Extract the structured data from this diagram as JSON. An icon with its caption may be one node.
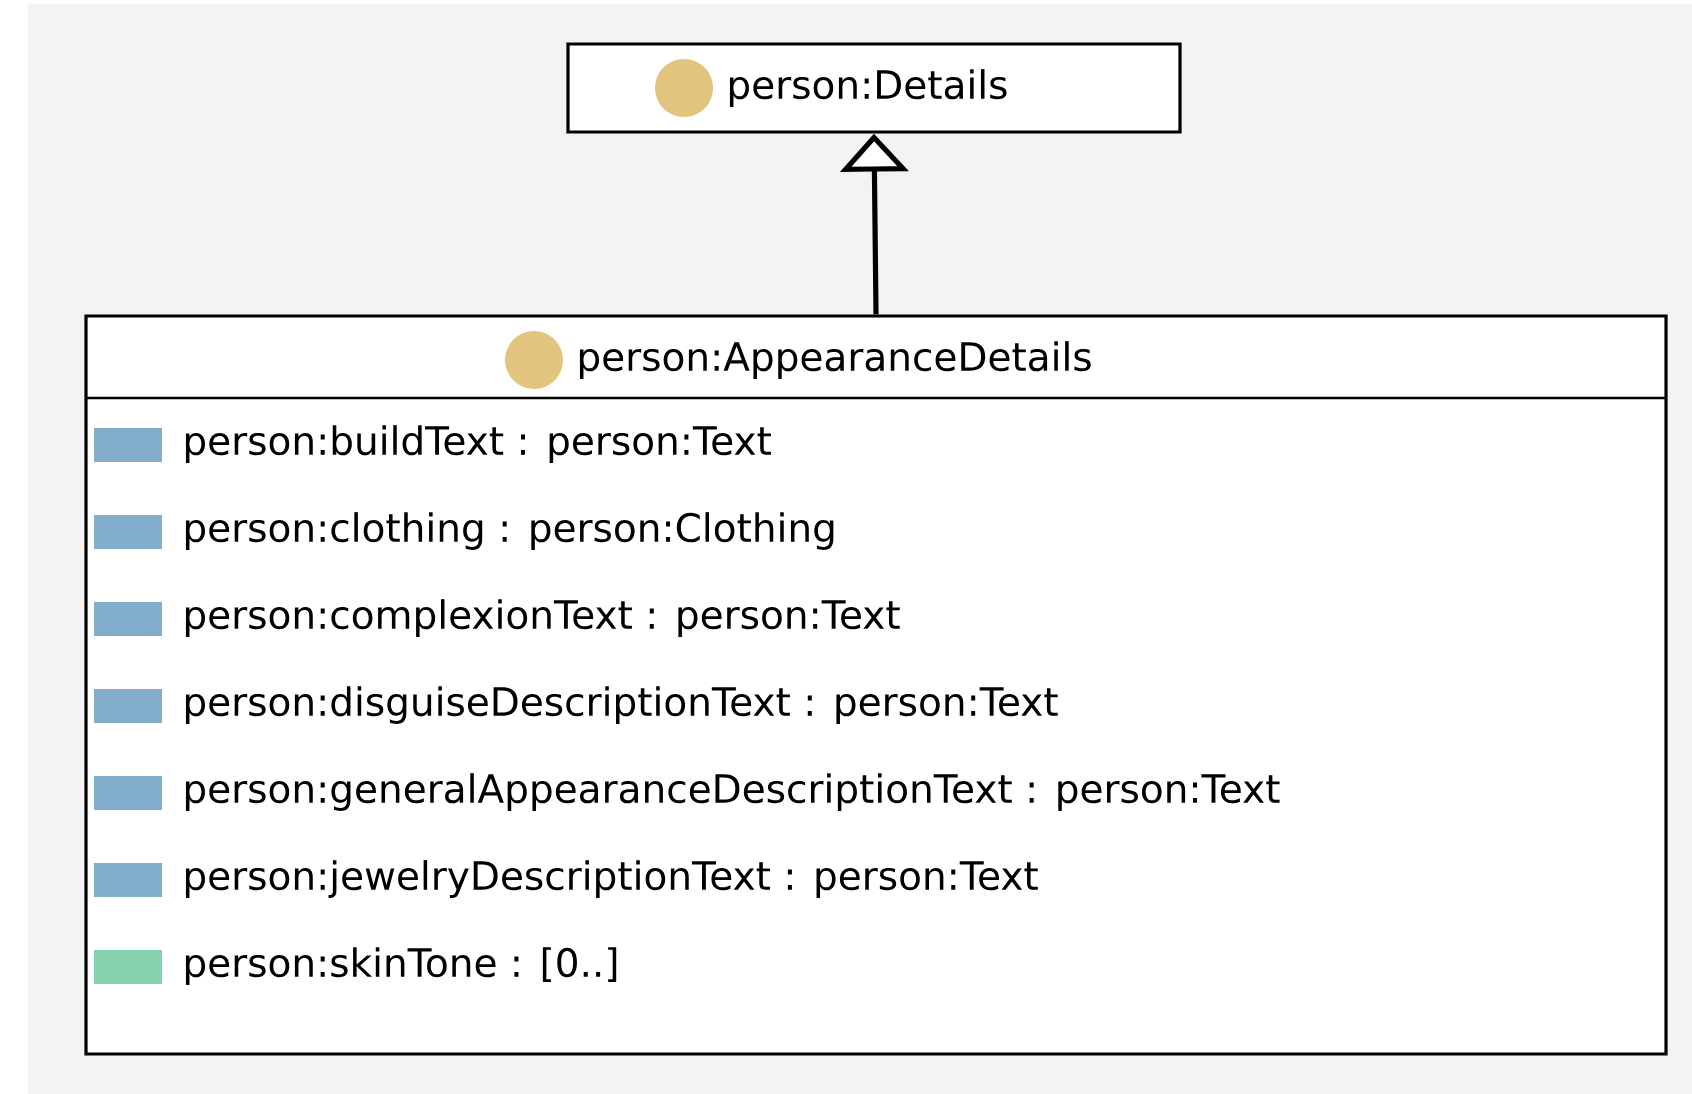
{
  "diagram": {
    "nodes": [
      {
        "text": [
          "person:Details"
        ]
      },
      {
        "text": [
          "person:AppearanceDetails",
          "person:buildText : person:Text",
          "person:clothing : person:Clothing",
          "person:complexionText : person:Text",
          "person:disguiseDescriptionText : person:Text",
          "person:generalAppearanceDescriptionText : person:Text",
          "person:jewelryDescriptionText : person:Text",
          "person:skinTone : [0..]"
        ]
      }
    ],
    "edges": [
      {
        "from": 1,
        "to": 0,
        "arrow": "to"
      }
    ]
  }
}
